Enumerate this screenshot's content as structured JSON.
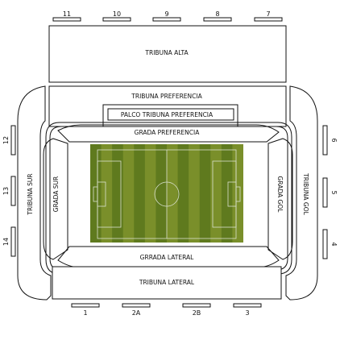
{
  "sections": {
    "tribuna_alta": "TRIBUNA ALTA",
    "tribuna_preferencia": "TRIBUNA PREFERENCIA",
    "palco_tribuna_preferencia": "PALCO TRIBUNA PREFERENCIA",
    "grada_preferencia": "GRADA PREFERENCIA",
    "tribuna_sur": "TRIBUNA SUR",
    "grada_sur": "GRADA SUR",
    "grada_gol": "GRADA GOL",
    "tribuna_gol": "TRIBUNA GOL",
    "grada_lateral": "GRRADA LATERAL",
    "tribuna_lateral": "TRIBUNA LATERAL"
  },
  "gates": {
    "top": [
      "11",
      "10",
      "9",
      "8",
      "7"
    ],
    "left": [
      "12",
      "13",
      "14"
    ],
    "right": [
      "6",
      "5",
      "4"
    ],
    "bottom": [
      "1",
      "2A",
      "2B",
      "3"
    ]
  },
  "colors": {
    "pitch_dark": "#5f7a1e",
    "pitch_light": "#7a8f2a",
    "lines": "#111111"
  }
}
